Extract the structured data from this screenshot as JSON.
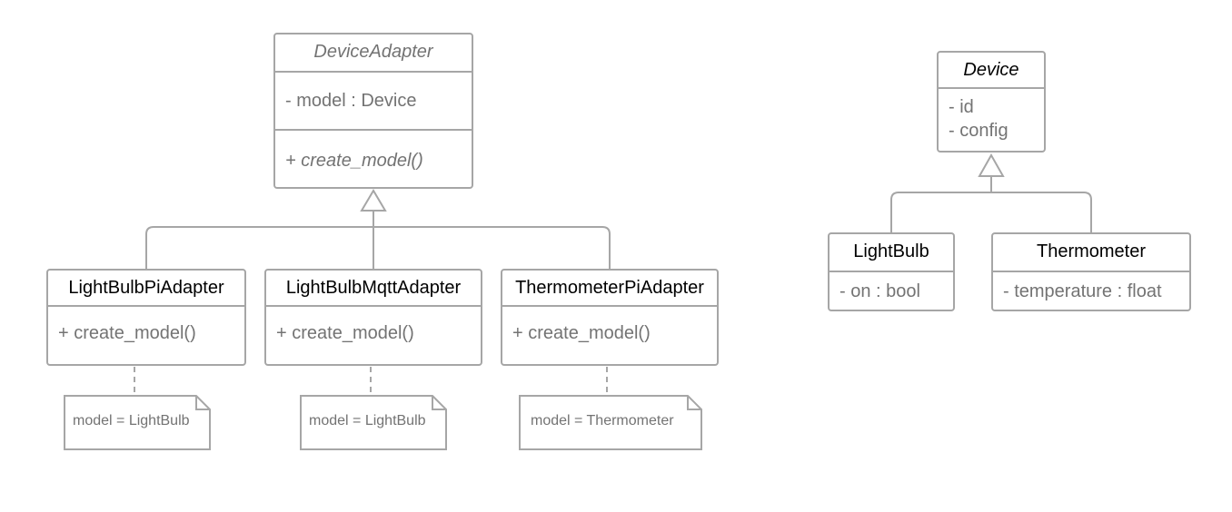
{
  "colors": {
    "stroke": "#a6a6a6",
    "text": "#737373",
    "title": "#000000",
    "abstract_title": "#737373"
  },
  "classes": {
    "device_adapter": {
      "name": "DeviceAdapter",
      "attributes": [
        "- model : Device"
      ],
      "methods": [
        "+ create_model()"
      ]
    },
    "lightbulb_pi_adapter": {
      "name": "LightBulbPiAdapter",
      "methods": [
        "+ create_model()"
      ]
    },
    "lightbulb_mqtt_adapter": {
      "name": "LightBulbMqttAdapter",
      "methods": [
        "+ create_model()"
      ]
    },
    "thermometer_pi_adapter": {
      "name": "ThermometerPiAdapter",
      "methods": [
        "+ create_model()"
      ]
    },
    "device": {
      "name": "Device",
      "attributes": [
        "- id",
        "- config"
      ]
    },
    "lightbulb": {
      "name": "LightBulb",
      "attributes": [
        "- on : bool"
      ]
    },
    "thermometer": {
      "name": "Thermometer",
      "attributes": [
        "- temperature : float"
      ]
    }
  },
  "notes": {
    "lightbulb_pi": "model = LightBulb",
    "lightbulb_mqtt": "model = LightBulb",
    "thermometer_pi": "model = Thermometer"
  }
}
